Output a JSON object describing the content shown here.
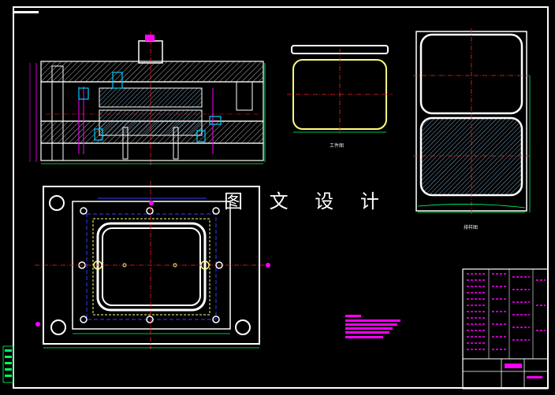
{
  "drawing": {
    "watermark": "图 文 设 计",
    "part_view_caption": "工件图",
    "blank_view_caption": "排样图"
  },
  "colors": {
    "background": "#000000",
    "outline": "#ffffff",
    "centerline": "#ff2020",
    "dimension": "#00ff66",
    "hatch": "#00ccff",
    "leader": "#ff00ff",
    "highlight": "#ffff80",
    "blue": "#3040ff"
  }
}
